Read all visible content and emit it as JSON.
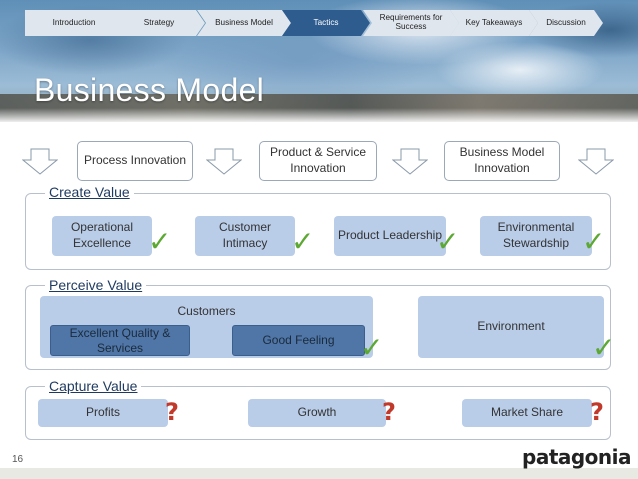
{
  "nav": {
    "tabs": [
      {
        "label": "Introduction"
      },
      {
        "label": "Strategy"
      },
      {
        "label": "Business Model"
      },
      {
        "label": "Tactics",
        "active": true
      },
      {
        "label": "Requirements for Success"
      },
      {
        "label": "Key Takeaways"
      },
      {
        "label": "Discussion"
      }
    ]
  },
  "page": {
    "title": "Business Model",
    "slide_number": "16",
    "logo": "patagonia"
  },
  "innovation": [
    {
      "label": "Process Innovation"
    },
    {
      "label": "Product & Service Innovation"
    },
    {
      "label": "Business Model Innovation"
    }
  ],
  "create_value": {
    "label": "Create Value",
    "items": [
      {
        "label": "Operational Excellence"
      },
      {
        "label": "Customer Intimacy"
      },
      {
        "label": "Product Leadership"
      },
      {
        "label": "Environmental Stewardship"
      }
    ]
  },
  "perceive_value": {
    "label": "Perceive Value",
    "customers": "Customers",
    "excellent_quality": "Excellent Quality & Services",
    "good_feeling": "Good Feeling",
    "environment": "Environment"
  },
  "capture_value": {
    "label": "Capture Value",
    "items": [
      {
        "label": "Profits"
      },
      {
        "label": "Growth"
      },
      {
        "label": "Market Share"
      }
    ]
  },
  "symbols": {
    "check": "✓",
    "question": "?"
  },
  "colors": {
    "accent": "#2e5c8e",
    "box_fill": "#b9cce8",
    "dark_box": "#4f76a6",
    "check": "#5ca832",
    "question": "#c0392b"
  }
}
